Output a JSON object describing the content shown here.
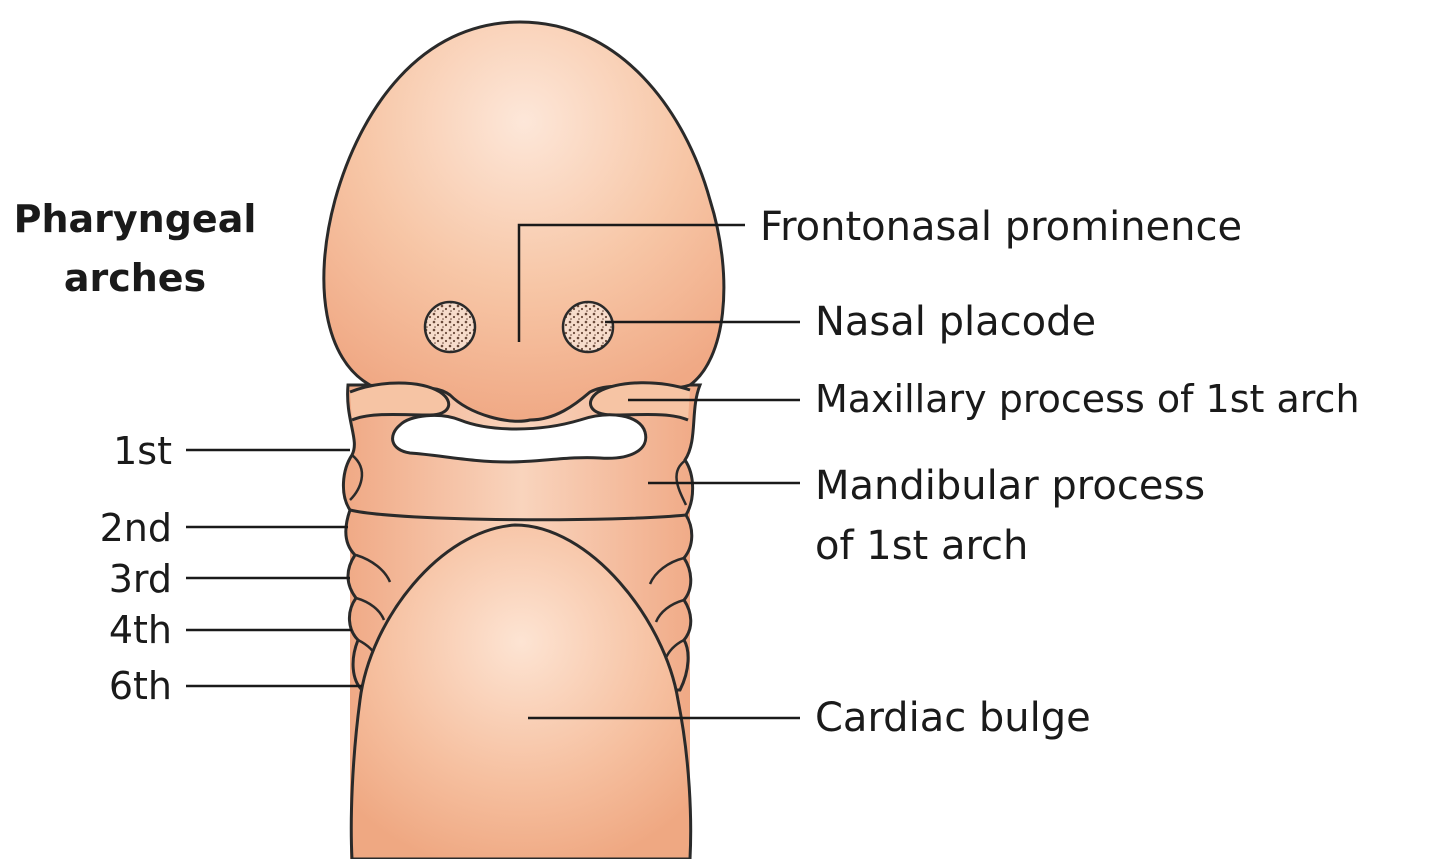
{
  "heading": {
    "line1": "Pharyngeal",
    "line2": "arches"
  },
  "arches": {
    "first": "1st",
    "second": "2nd",
    "third": "3rd",
    "fourth": "4th",
    "sixth": "6th"
  },
  "structures": {
    "frontonasal": "Frontonasal prominence",
    "nasal_placode": "Nasal placode",
    "maxillary": "Maxillary process of 1st arch",
    "mandibular_line1": "Mandibular process",
    "mandibular_line2": "of 1st arch",
    "cardiac": "Cardiac bulge"
  },
  "colors": {
    "tissue": "#f4b892",
    "tissue_light": "#fbe0cf",
    "outline": "#2a2a2a"
  }
}
